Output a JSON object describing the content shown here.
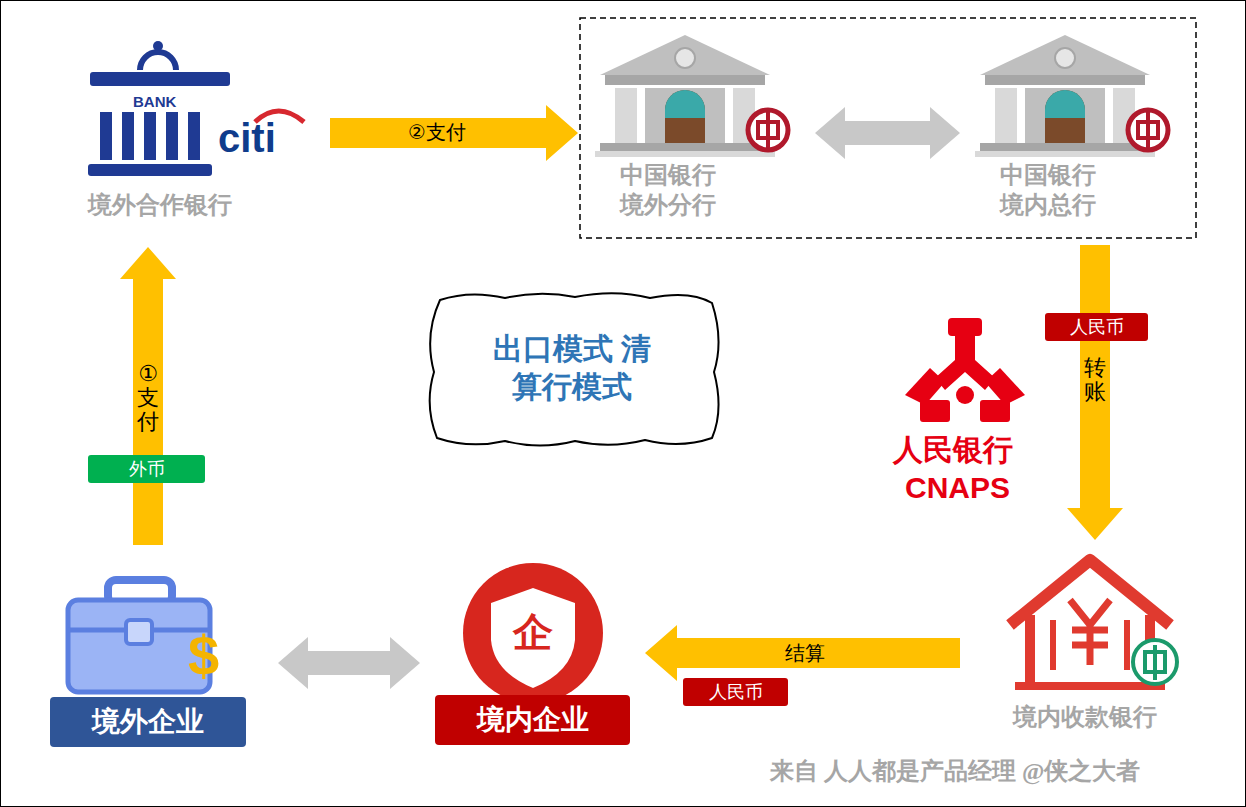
{
  "diagram": {
    "nodes": [
      {
        "text": [
          "境外合作银行"
        ]
      },
      {
        "text": [
          "中国银行 境外分行"
        ]
      },
      {
        "text": [
          "中国银行 境内总行"
        ]
      },
      {
        "text": [
          "出口模式 清算行模式"
        ]
      },
      {
        "text": [
          "境内收款银行"
        ]
      },
      {
        "text": [
          "境内企业"
        ]
      },
      {
        "text": [
          "境外企业"
        ]
      }
    ],
    "edges": [
      {
        "from": 6,
        "to": 0,
        "arrow": "to",
        "label": "①支付"
      },
      {
        "from": 0,
        "to": 1,
        "arrow": "to",
        "label": "②支付"
      },
      {
        "from": 1,
        "to": 2,
        "arrow": "both"
      },
      {
        "from": 2,
        "to": 4,
        "arrow": "to",
        "label": "转账"
      },
      {
        "from": 4,
        "to": 5,
        "arrow": "to",
        "label": "结算"
      },
      {
        "from": 6,
        "to": 5,
        "arrow": "both"
      }
    ],
    "labels": [
      "BANK",
      "citi",
      "外币",
      "人民币",
      "人民银行",
      "CNAPS",
      "人民币",
      "企",
      "$",
      "来自 人人都是产品经理 @侠之大者"
    ]
  }
}
